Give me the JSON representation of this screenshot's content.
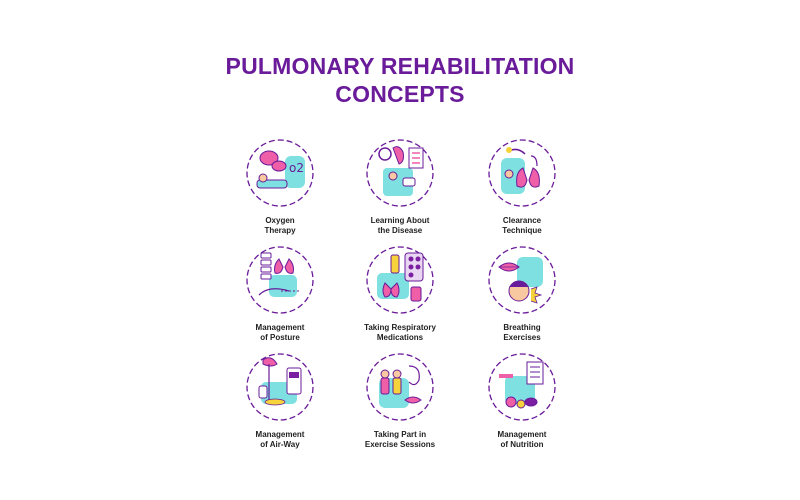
{
  "title": {
    "line1": "PULMONARY REHABILITATION",
    "line2": "CONCEPTS"
  },
  "colors": {
    "title": "#6a1b9a",
    "ring": "#6a1b9a",
    "accent_teal": "#7ee0e0",
    "accent_pink": "#ef5fa7",
    "accent_purple": "#7b1fa2"
  },
  "concepts": [
    {
      "line1": "Oxygen",
      "line2": "Therapy",
      "icon": "oxygen-therapy-icon"
    },
    {
      "line1": "Learning About",
      "line2": "the Disease",
      "icon": "learning-disease-icon"
    },
    {
      "line1": "Clearance",
      "line2": "Technique",
      "icon": "clearance-technique-icon"
    },
    {
      "line1": "Management",
      "line2": "of Posture",
      "icon": "posture-icon"
    },
    {
      "line1": "Taking Respiratory",
      "line2": "Medications",
      "icon": "medications-icon"
    },
    {
      "line1": "Breathing",
      "line2": "Exercises",
      "icon": "breathing-exercises-icon"
    },
    {
      "line1": "Management",
      "line2": "of Air-Way",
      "icon": "airway-icon"
    },
    {
      "line1": "Taking Part in",
      "line2": "Exercise Sessions",
      "icon": "exercise-sessions-icon"
    },
    {
      "line1": "Management",
      "line2": "of Nutrition",
      "icon": "nutrition-icon"
    }
  ]
}
